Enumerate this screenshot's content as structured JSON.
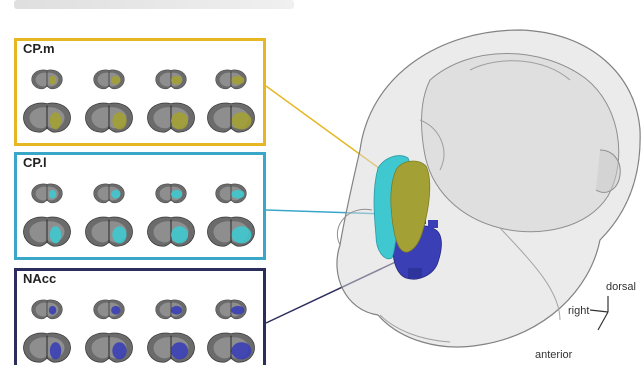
{
  "panels": [
    {
      "id": "cpm",
      "label": "CP.m",
      "color": "#e6b623",
      "fill": "#a3a035"
    },
    {
      "id": "cpl",
      "label": "CP.l",
      "color": "#3aa7c9",
      "fill": "#3fc8cf"
    },
    {
      "id": "nacc",
      "label": "NAcc",
      "color": "#2b2d5c",
      "fill": "#3a3fb5"
    }
  ],
  "axes": {
    "dorsal": "dorsal",
    "right": "right",
    "anterior": "anterior"
  }
}
